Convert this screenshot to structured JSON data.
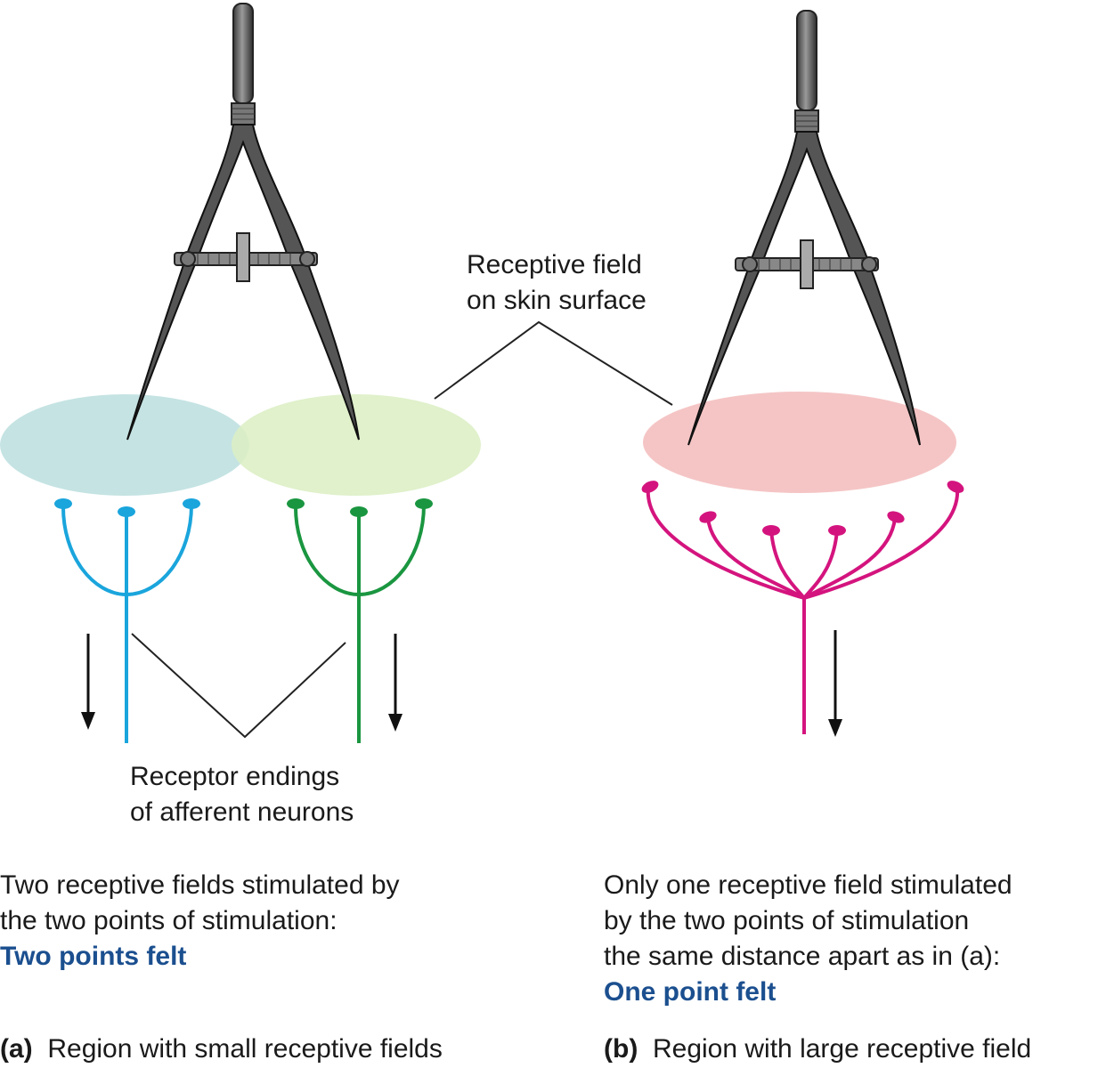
{
  "figure": {
    "callout_receptive_field": [
      "Receptive field",
      "on skin surface"
    ],
    "callout_receptor_endings": [
      "Receptor endings",
      "of afferent neurons"
    ]
  },
  "panel_a": {
    "description": [
      "Two receptive fields stimulated by",
      "the two points of stimulation:"
    ],
    "result": "Two points felt",
    "caption_letter": "(a)",
    "caption_text": "Region with small receptive fields"
  },
  "panel_b": {
    "description": [
      "Only one receptive field stimulated",
      "by the two points of stimulation",
      "the same distance apart as in (a):"
    ],
    "result": "One point felt",
    "caption_letter": "(b)",
    "caption_text": "Region with large receptive field"
  },
  "colors": {
    "field_left": "#c5e3e3",
    "field_middle": "#dcefc4",
    "field_right": "#f5c5c5",
    "neuron_blue": "#1aa5dc",
    "neuron_green": "#1a9640",
    "neuron_magenta": "#d4147e",
    "result_text": "#1b4f8f"
  }
}
